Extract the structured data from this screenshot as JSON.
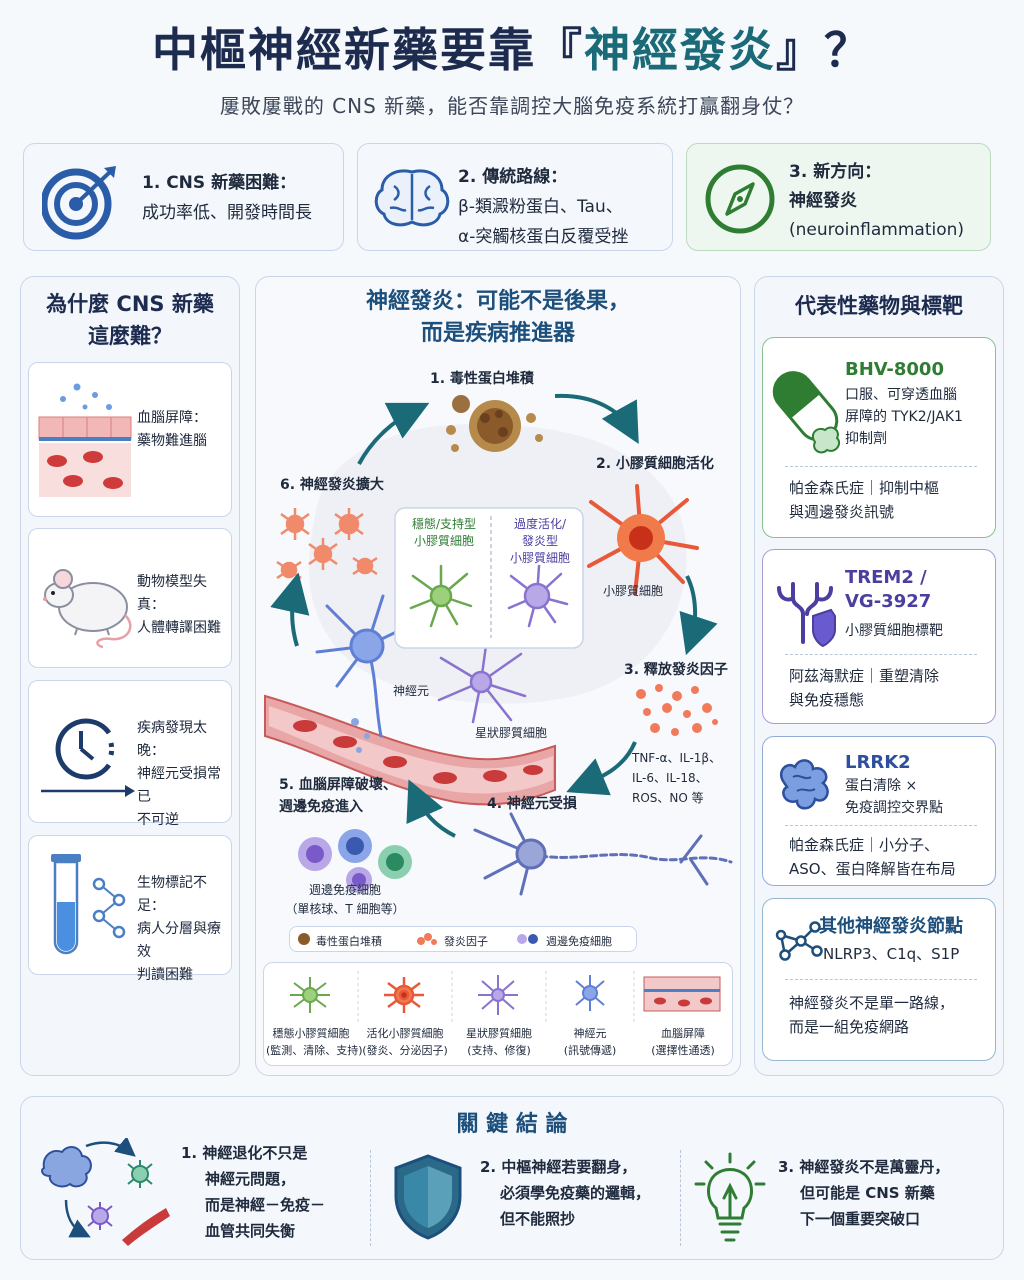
{
  "header": {
    "title_pre": "中樞神經新藥要靠『",
    "title_hl": "神經發炎",
    "title_post": "』？",
    "subtitle": "屢敗屢戰的 CNS 新藥，能否靠調控大腦免疫系統打贏翻身仗？"
  },
  "top_cards": [
    {
      "title": "1. CNS 新藥困難：",
      "lines": [
        "成功率低、開發時間長"
      ],
      "icon": "target-icon"
    },
    {
      "title": "2. 傳統路線：",
      "lines": [
        "β-類澱粉蛋白、Tau、",
        "α-突觸核蛋白反覆受挫"
      ],
      "icon": "brain-icon"
    },
    {
      "title": "3. 新方向：",
      "lines": [
        "神經發炎",
        "(neuroinflammation)"
      ],
      "icon": "compass-icon"
    }
  ],
  "left_panel": {
    "title_lines": [
      "為什麼 CNS 新藥",
      "這麼難？"
    ],
    "items": [
      {
        "lines": [
          "血腦屏障：",
          "藥物難進腦"
        ],
        "icon": "blood-brain-barrier-icon"
      },
      {
        "lines": [
          "動物模型失真：",
          "人體轉譯困難"
        ],
        "icon": "mouse-icon"
      },
      {
        "lines": [
          "疾病發現太晚：",
          "神經元受損常已",
          "不可逆"
        ],
        "icon": "clock-icon"
      },
      {
        "lines": [
          "生物標記不足：",
          "病人分層與療效",
          "判讀困難"
        ],
        "icon": "test-tube-icon"
      }
    ]
  },
  "center_panel": {
    "title_lines": [
      "神經發炎：可能不是後果，",
      "而是疾病推進器"
    ],
    "steps": [
      "1. 毒性蛋白堆積",
      "2. 小膠質細胞活化",
      "3. 釋放發炎因子",
      "4. 神經元受損",
      "5. 血腦屏障破壞、",
      "週邊免疫進入",
      "6. 神經發炎擴大"
    ],
    "inset": {
      "left_lines": [
        "穩態/支持型",
        "小膠質細胞"
      ],
      "right_lines": [
        "過度活化/",
        "發炎型",
        "小膠質細胞"
      ]
    },
    "labels": {
      "microglia": "小膠質細胞",
      "neuron": "神經元",
      "astrocyte": "星狀膠質細胞",
      "cytokines": [
        "TNF-α、IL-1β、",
        "IL-6、IL-18、",
        "ROS、NO 等"
      ],
      "immune": [
        "週邊免疫細胞",
        "（單核球、T 細胞等）"
      ]
    },
    "legend": [
      "毒性蛋白堆積",
      "發炎因子",
      "週邊免疫細胞"
    ],
    "cells": [
      {
        "lines": [
          "穩態小膠質細胞",
          "(監測、清除、支持)"
        ],
        "color": "#6aa84f"
      },
      {
        "lines": [
          "活化小膠質細胞",
          "(發炎、分泌因子)"
        ],
        "color": "#e8593a"
      },
      {
        "lines": [
          "星狀膠質細胞",
          "(支持、修復)"
        ],
        "color": "#8a72d0"
      },
      {
        "lines": [
          "神經元",
          "(訊號傳遞)"
        ],
        "color": "#5f7fd6"
      },
      {
        "lines": [
          "血腦屏障",
          "(選擇性通透)"
        ],
        "color": "#c65a5a"
      }
    ]
  },
  "right_panel": {
    "title": "代表性藥物與標靶",
    "drugs": [
      {
        "name": "BHV-8000",
        "desc": [
          "口服、可穿透血腦",
          "屏障的 TYK2/JAK1",
          "抑制劑"
        ],
        "foot": [
          "帕金森氏症｜抑制中樞",
          "與週邊發炎訊號"
        ],
        "color": "#2e7d32",
        "icon": "capsule-icon"
      },
      {
        "name_lines": [
          "TREM2 /",
          "VG-3927"
        ],
        "desc": [
          "小膠質細胞標靶"
        ],
        "foot": [
          "阿茲海默症｜重塑清除",
          "與免疫穩態"
        ],
        "color": "#4a3f9f",
        "icon": "receptor-icon"
      },
      {
        "name": "LRRK2",
        "desc": [
          "蛋白清除 ×",
          "免疫調控交界點"
        ],
        "foot": [
          "帕金森氏症｜小分子、",
          "ASO、蛋白降解皆在布局"
        ],
        "color": "#2d4f9c",
        "icon": "protein-icon"
      },
      {
        "name": "其他神經發炎節點",
        "desc": [
          "NLRP3、C1q、S1P"
        ],
        "foot": [
          "神經發炎不是單一路線，",
          "而是一組免疫網路"
        ],
        "color": "#1d4f7c",
        "icon": "network-icon"
      }
    ]
  },
  "conclusion": {
    "title": "關 鍵 結 論",
    "items": [
      {
        "lines": [
          "1. 神經退化不只是",
          "神經元問題，",
          "而是神經－免疫－",
          "血管共同失衡"
        ],
        "icon": "cycle-icon"
      },
      {
        "lines": [
          "2. 中樞神經若要翻身，",
          "必須學免疫藥的邏輯，",
          "但不能照抄"
        ],
        "icon": "shield-icon"
      },
      {
        "lines": [
          "3. 神經發炎不是萬靈丹，",
          "但可能是 CNS 新藥",
          "下一個重要突破口"
        ],
        "icon": "lightbulb-icon"
      }
    ]
  }
}
